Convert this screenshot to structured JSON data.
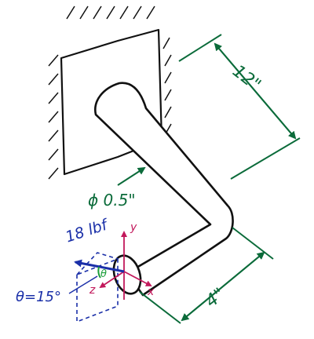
{
  "figure": {
    "dimensions": {
      "length_upper": "12\"",
      "diameter": "ϕ 0.5\"",
      "length_lower": "4\""
    },
    "load": {
      "force": "18 lbf",
      "angle_symbol": "θ",
      "angle": "θ=15°"
    },
    "axes": {
      "x": "x",
      "y": "y",
      "z": "z"
    }
  },
  "colors": {
    "ink": "#111111",
    "dimension": "#0b6b3a",
    "force": "#1a2fa8",
    "axes": "#c2185b",
    "angle_marker": "#1a9e3a"
  }
}
